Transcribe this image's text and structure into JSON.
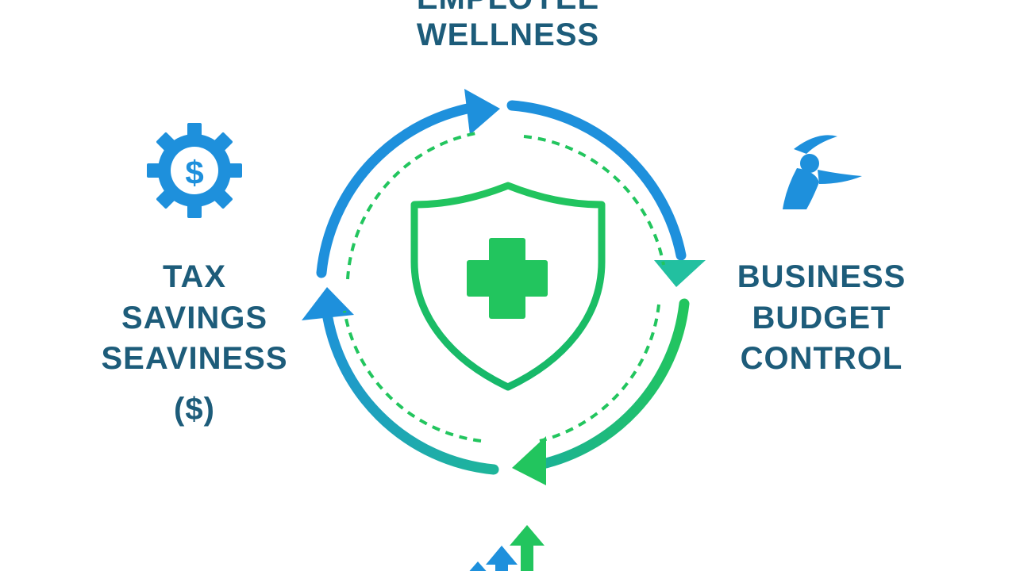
{
  "diagram": {
    "title_line_cut": "EMPLOYEE",
    "title_line_main": "WELLNESS",
    "left_label_lines": [
      "TAX",
      "SAVINGS",
      "SEAVINESS",
      "($)"
    ],
    "right_label_lines": [
      "BUSINESS",
      "BUDGET",
      "CONTROL"
    ],
    "icons": {
      "top_left": "dollar-gear-icon",
      "top_right": "stretching-person-icon",
      "center": "shield-medical-cross-icon",
      "bottom": "growth-arrows-chart-icon",
      "gear_symbol": "$"
    },
    "colors": {
      "blue": "#1e90dc",
      "green": "#22c55e",
      "text": "#1d5c7a",
      "background": "#ffffff"
    }
  }
}
